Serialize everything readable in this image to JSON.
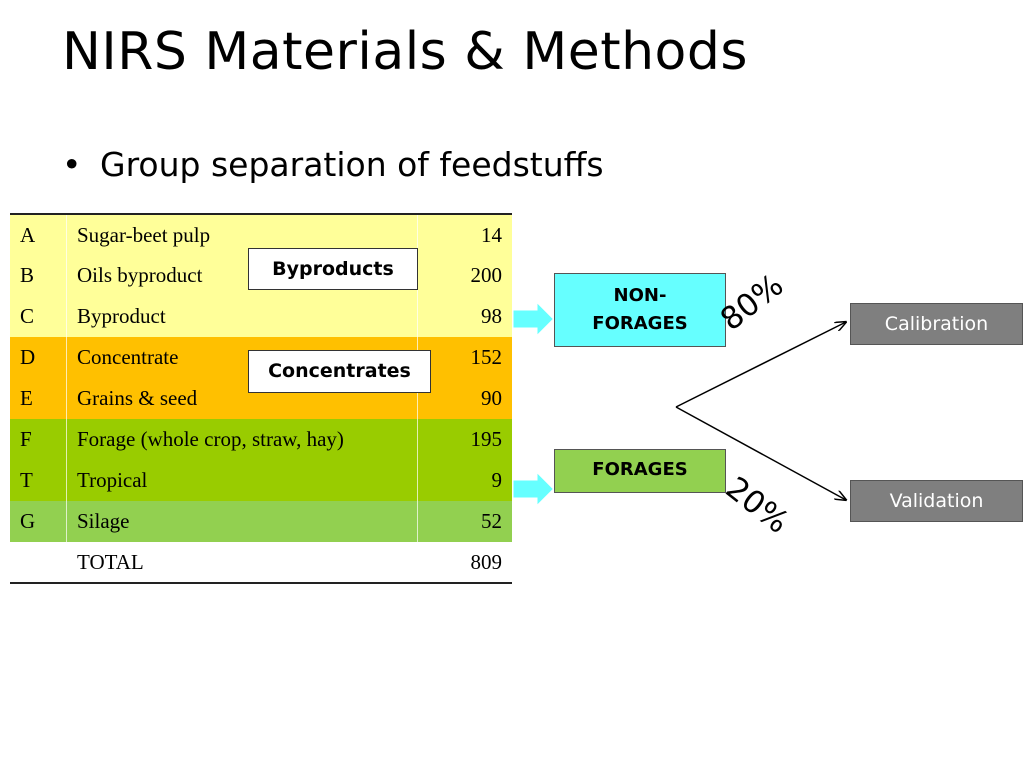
{
  "title": "NIRS Materials & Methods",
  "bullet": {
    "symbol": "•",
    "text": "Group separation of feedstuffs"
  },
  "table": {
    "rows": [
      {
        "code": "A",
        "description": "Sugar-beet pulp",
        "count": "14",
        "color": "#ffff99"
      },
      {
        "code": "B",
        "description": "Oils byproduct",
        "count": "200",
        "color": "#ffff99"
      },
      {
        "code": "C",
        "description": "Byproduct",
        "count": "98",
        "color": "#ffff99"
      },
      {
        "code": "D",
        "description": "Concentrate",
        "count": "152",
        "color": "#ffc000"
      },
      {
        "code": "E",
        "description": "Grains & seed",
        "count": "90",
        "color": "#ffc000"
      },
      {
        "code": "F",
        "description": "Forage (whole crop, straw, hay)",
        "count": "195",
        "color": "#99cc00"
      },
      {
        "code": "T",
        "description": "Tropical",
        "count": "9",
        "color": "#99cc00"
      },
      {
        "code": "G",
        "description": "Silage",
        "count": "52",
        "color": "#92d050"
      },
      {
        "code": "",
        "description": "TOTAL",
        "count": "809",
        "color": "#ffffff"
      }
    ]
  },
  "overlays": {
    "byproducts": "Byproducts",
    "concentrates": "Concentrates"
  },
  "groups": {
    "non_forages_line1": "NON-",
    "non_forages_line2": "FORAGES",
    "forages": "FORAGES"
  },
  "split": {
    "calibration_pct": "80%",
    "validation_pct": "20%"
  },
  "results": {
    "calibration": "Calibration",
    "validation": "Validation"
  },
  "colors": {
    "byproduct_yellow": "#ffff99",
    "concentrate_orange": "#ffc000",
    "forage_green": "#99cc00",
    "silage_green": "#92d050",
    "non_forages_cyan": "#66ffff",
    "forages_green": "#92d050",
    "result_gray": "#7f7f7f",
    "arrow_cyan": "#66ffff"
  }
}
